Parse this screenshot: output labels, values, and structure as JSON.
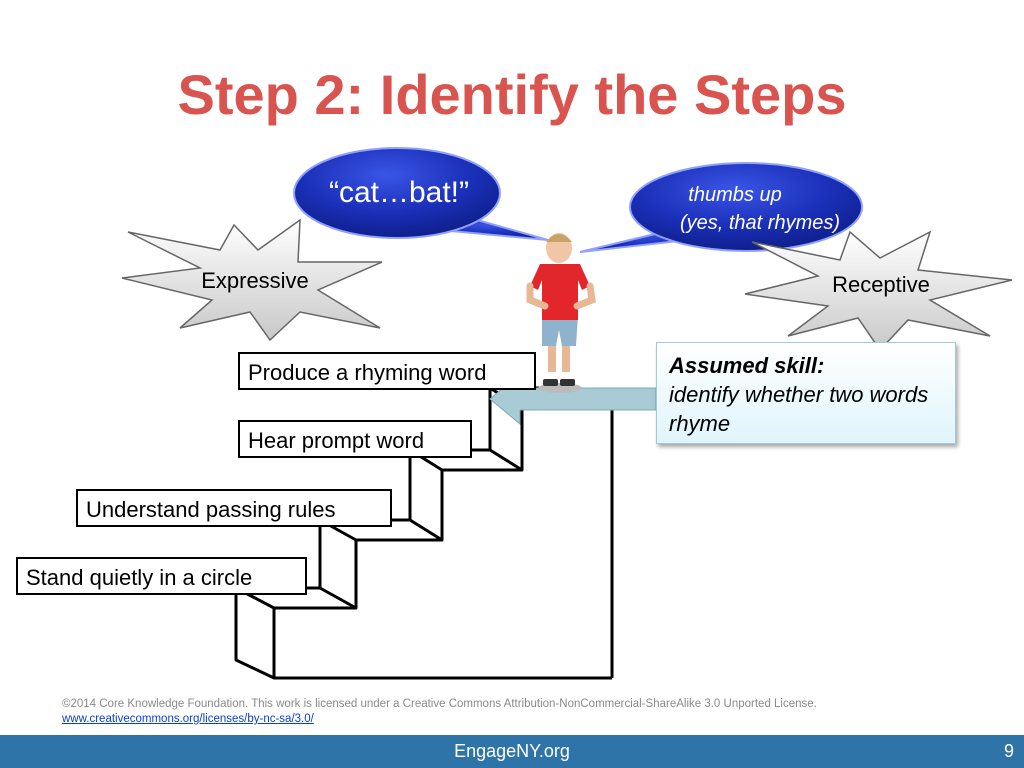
{
  "slide": {
    "title": "Step 2: Identify the Steps",
    "page_number": "9"
  },
  "bubbles": {
    "expressive_speech": "“cat…bat!”",
    "receptive_line1": "thumbs up",
    "receptive_line2": "(yes, that rhymes)"
  },
  "bursts": {
    "expressive": "Expressive",
    "receptive": "Receptive"
  },
  "steps": [
    "Produce a rhyming word",
    "Hear prompt word",
    "Understand passing rules",
    "Stand quietly in a circle"
  ],
  "assumed_skill": {
    "heading": "Assumed skill:",
    "text": "identify whether two words rhyme"
  },
  "footer": {
    "license": "©2014 Core Knowledge Foundation. This work is licensed under a Creative Commons  Attribution-NonCommercial-ShareAlike 3.0 Unported License.",
    "link": "www.creativecommons.org/licenses/by-nc-sa/3.0/",
    "site": "EngageNY.org"
  },
  "colors": {
    "title": "#d9534f",
    "bubble": "#1a2fb8",
    "footer_bar": "#2f74a8",
    "arrow": "#a9cbd6"
  }
}
